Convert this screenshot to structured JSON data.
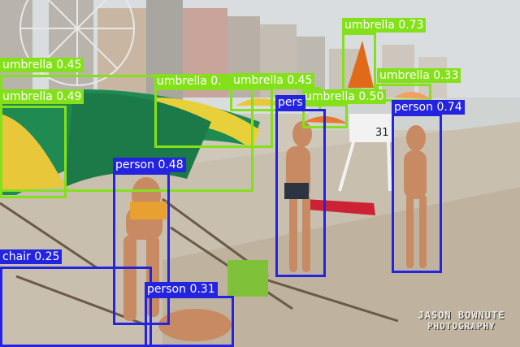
{
  "detections": [
    {
      "id": "umbrella-073",
      "label": "umbrella 0.73",
      "color": "#84e01a"
    },
    {
      "id": "umbrella-045a",
      "label": "umbrella 0.45",
      "color": "#84e01a"
    },
    {
      "id": "umbrella-045b",
      "label": "umbrella 0.45",
      "color": "#84e01a"
    },
    {
      "id": "umbrella-033",
      "label": "umbrella 0.33",
      "color": "#84e01a"
    },
    {
      "id": "umbrella-049",
      "label": "umbrella 0.49",
      "color": "#84e01a"
    },
    {
      "id": "umbrella-0x",
      "label": "umbrella 0.",
      "color": "#84e01a"
    },
    {
      "id": "umbrella-050",
      "label": "umbrella 0.50",
      "color": "#84e01a"
    },
    {
      "id": "person-074",
      "label": "person 0.74",
      "color": "#2323e0"
    },
    {
      "id": "person-partial",
      "label": "pers",
      "color": "#2323e0"
    },
    {
      "id": "person-048",
      "label": "person 0.48",
      "color": "#2323e0"
    },
    {
      "id": "chair-025",
      "label": "chair 0.25",
      "color": "#2323e0"
    },
    {
      "id": "person-031",
      "label": "person 0.31",
      "color": "#2323e0"
    }
  ],
  "watermark": {
    "line1": "JASON BOWNUTE",
    "line2": "PHOTOGRAPHY"
  },
  "scene": {
    "lifeguard_sign": "31"
  }
}
